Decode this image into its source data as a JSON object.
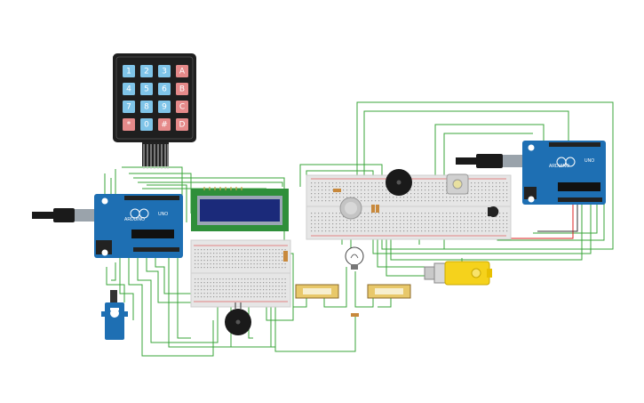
{
  "keypad": {
    "keys": [
      [
        "1",
        "2",
        "3",
        "A"
      ],
      [
        "4",
        "5",
        "6",
        "B"
      ],
      [
        "7",
        "8",
        "9",
        "C"
      ],
      [
        "*",
        "0",
        "#",
        "D"
      ]
    ]
  },
  "boards": {
    "left_model": "UNO",
    "right_model": "UNO",
    "brand": "ARDUINO"
  },
  "colors": {
    "wire": "#3aa63a",
    "wire_red": "#d22",
    "wire_dark": "#333333",
    "board": "#1e6fb3",
    "breadboard": "#e6e6e6",
    "keypad_body": "#1f1f1f",
    "key_blue": "#7fc4e8",
    "key_red": "#e58a8a",
    "lcd_screen": "#1b2a7a",
    "lcd_body": "#2f8f3a",
    "motor_yellow": "#f5d21c"
  }
}
